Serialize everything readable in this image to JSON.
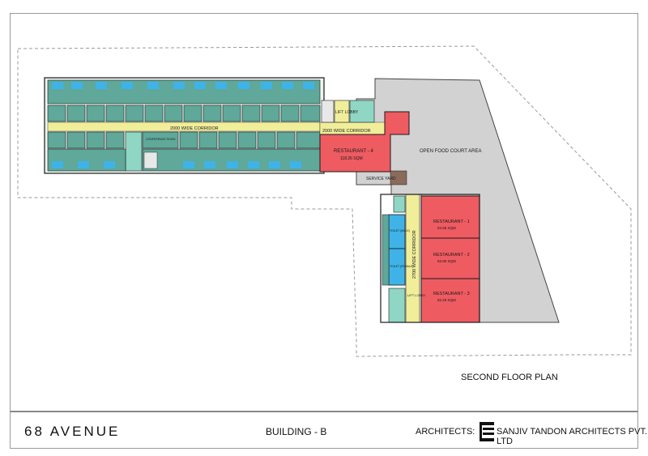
{
  "title_block": {
    "project": "68 AVENUE",
    "building": "BUILDING - B",
    "architects_label": "ARCHITECTS:",
    "architects_name": "SANJIV TANDON ARCHITECTS PVT. LTD"
  },
  "drawing": {
    "floor_title": "SECOND FLOOR PLAN",
    "labels": {
      "corridor_main": "2000 WIDE CORRIDOR",
      "corridor_east": "2000 WIDE CORRIDOR",
      "corridor_vertical": "2700 WIDE CORRIDOR",
      "lift_lobby_top": "LIFT LOBBY",
      "lift_lobby_bottom": "LIFT LOBBY",
      "open_food_court": "OPEN FOOD COURT AREA",
      "service_yard": "SERVICE YARD",
      "toilet_male": "TOILET (MALE)",
      "toilet_female": "TOILET (FEMALE)",
      "conference": "CONFERENCE ROOM"
    },
    "restaurants": [
      {
        "name": "RESTAURANT - 4",
        "area": "118.26 SQM"
      },
      {
        "name": "RESTAURANT - 1",
        "area": "94.58 SQM"
      },
      {
        "name": "RESTAURANT - 2",
        "area": "93.90 SQM"
      },
      {
        "name": "RESTAURANT - 3",
        "area": "82.29 SQM"
      }
    ],
    "colors": {
      "soho": "#5fa89a",
      "corridor": "#f1ee9a",
      "restaurant": "#ee5b61",
      "toilet": "#3fb3e8",
      "core": "#8fd6c5",
      "food_court": "#d2d2d2",
      "outline": "#1a1a1a"
    }
  }
}
